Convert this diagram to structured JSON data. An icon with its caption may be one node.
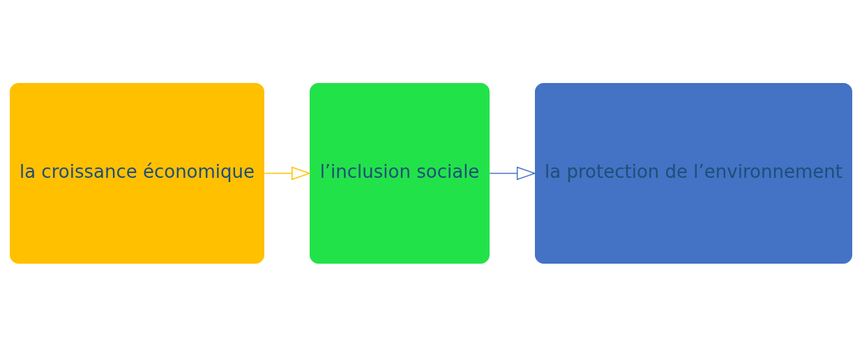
{
  "diagram": {
    "nodes": [
      {
        "text": [
          "la croissance économique"
        ]
      },
      {
        "text": [
          "l’inclusion sociale"
        ]
      },
      {
        "text": [
          "la protection de l’environnement"
        ]
      }
    ],
    "edges": [
      {
        "from": 0,
        "to": 1,
        "arrow": "to",
        "color": "#ffc000"
      },
      {
        "from": 1,
        "to": 2,
        "arrow": "to",
        "color": "#4472c4"
      }
    ]
  }
}
